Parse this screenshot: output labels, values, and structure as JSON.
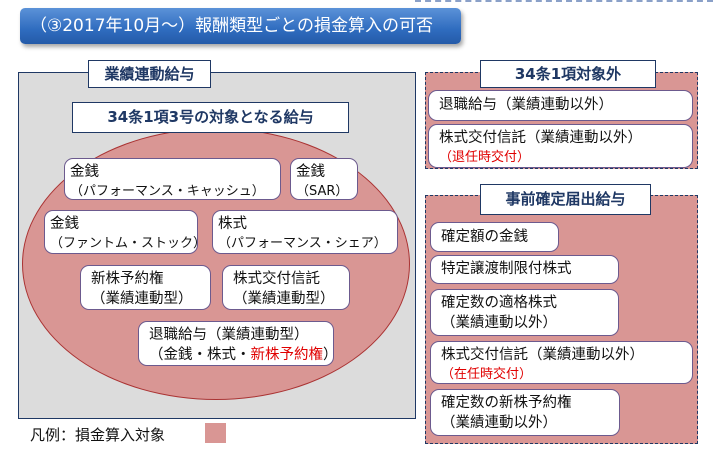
{
  "title": "（③2017年10月～）報酬類型ごとの損金算入の可否",
  "left": {
    "group_label": "業績連動給与",
    "sub_label": "34条1項3号の対象となる給与",
    "items": [
      {
        "line1": "金銭",
        "line2": "（パフォーマンス・キャッシュ）"
      },
      {
        "line1": "金銭",
        "line2": "（SAR）"
      },
      {
        "line1": "金銭",
        "line2": "（ファントム・ストック）"
      },
      {
        "line1": "株式",
        "line2": "（パフォーマンス・シェア）"
      },
      {
        "line1": "新株予約権",
        "line2": "（業績連動型）"
      },
      {
        "line1": "株式交付信託",
        "line2": "（業績連動型）"
      },
      {
        "line1": "退職給与（業績連動型）",
        "line2a": "（金銭・株式・",
        "line2b": "新株予約権",
        "line2c": "）"
      }
    ]
  },
  "right_top": {
    "label": "34条1項対象外",
    "items": [
      {
        "line1": "退職給与（業績連動以外）"
      },
      {
        "line1": "株式交付信託（業績連動以外）",
        "note": "（退任時交付）"
      }
    ]
  },
  "right_bottom": {
    "label": "事前確定届出給与",
    "items": [
      {
        "line1": "確定額の金銭"
      },
      {
        "line1": "特定譲渡制限付株式"
      },
      {
        "line1": "確定数の適格株式",
        "line2": "（業績連動以外）"
      },
      {
        "line1": "株式交付信託（業績連動以外）",
        "note": "（在任時交付）"
      },
      {
        "line1": "確定数の新株予約権",
        "line2": "（業績連動以外）"
      }
    ]
  },
  "legend": {
    "text": "凡例：損金算入対象",
    "color": "#d99694"
  }
}
